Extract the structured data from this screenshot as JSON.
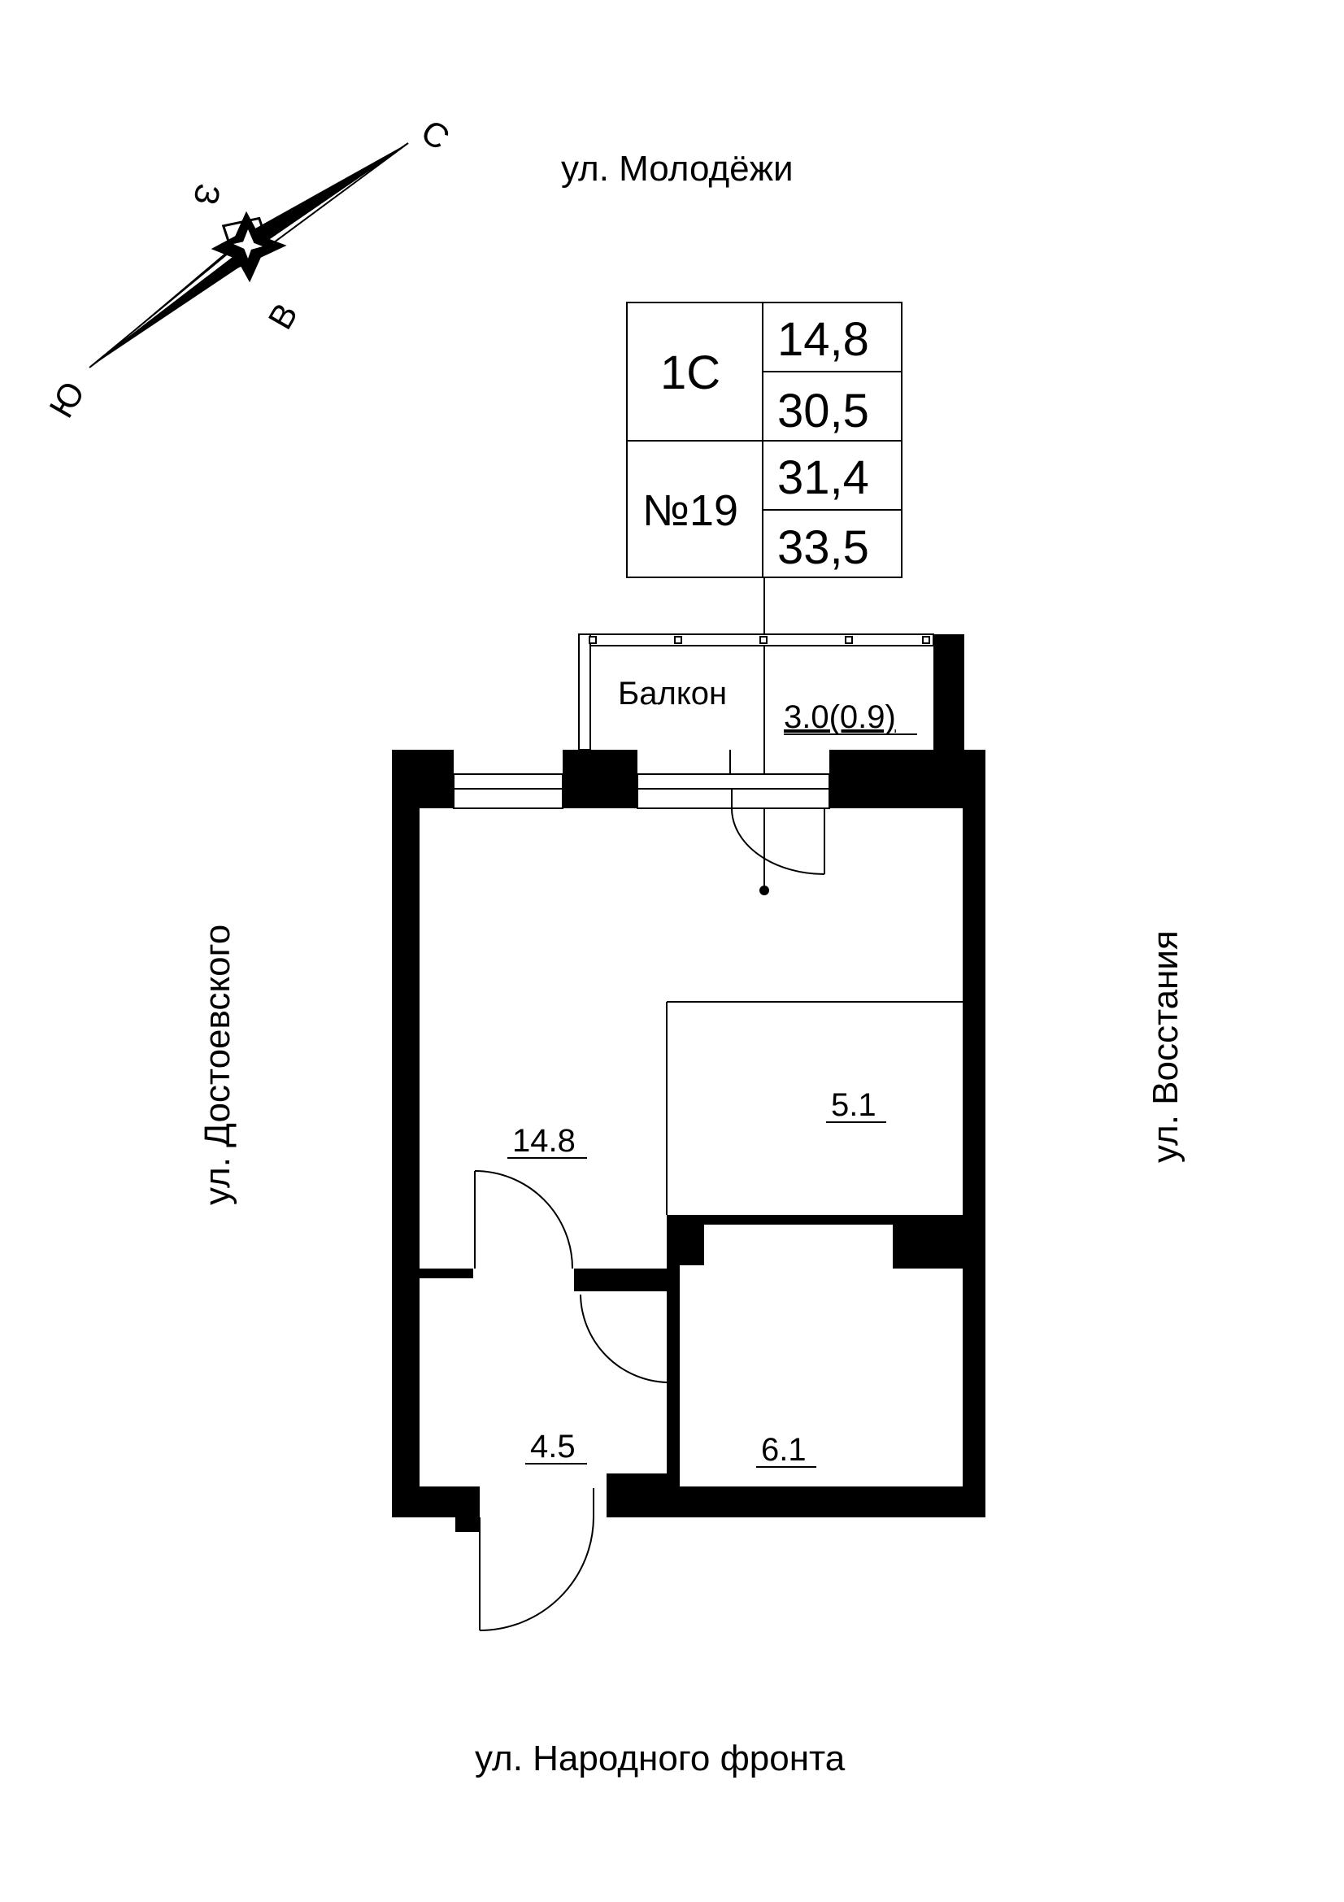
{
  "compass": {
    "north": "С",
    "west": "З",
    "east": "В",
    "south": "Ю"
  },
  "streets": {
    "top": "ул. Молодёжи",
    "left": "ул. Достоевского",
    "right": "ул. Восстания",
    "bottom": "ул. Народного фронта"
  },
  "info_box": {
    "type": "1С",
    "number": "№19",
    "values": [
      "14,8",
      "30,5",
      "31,4",
      "33,5"
    ]
  },
  "rooms": {
    "balcony_label": "Балкон",
    "balcony_area": "3.0(0.9)",
    "living_area": "14.8",
    "kitchen_area": "5.1",
    "hall_area": "4.5",
    "bath_area": "6.1"
  }
}
